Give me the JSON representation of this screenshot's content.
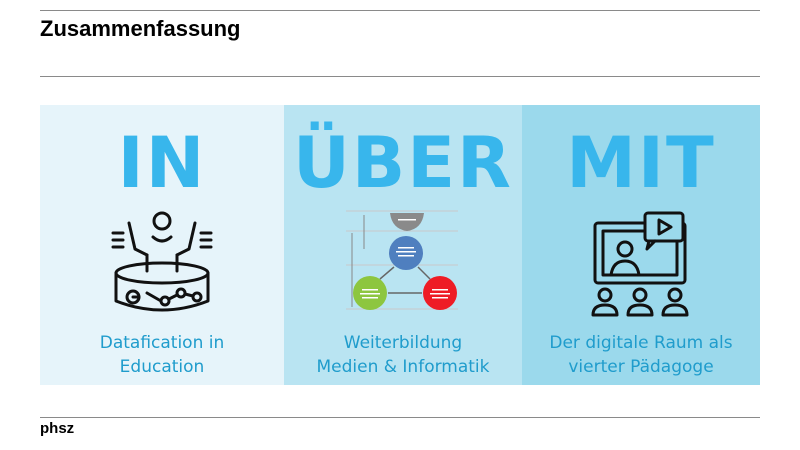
{
  "slide": {
    "title": "Zusammenfassung",
    "footer": "phsz"
  },
  "panels": [
    {
      "keyword": "IN",
      "caption_lines": [
        "Datafication in",
        "Education"
      ],
      "icon": "person-data-platform-icon"
    },
    {
      "keyword": "ÜBER",
      "caption_lines": [
        "Weiterbildung",
        "Medien & Informatik"
      ],
      "icon": "competence-model-diagram"
    },
    {
      "keyword": "MIT",
      "caption_lines": [
        "Der digitale Raum als",
        "vierter Pädagoge"
      ],
      "icon": "video-classroom-icon"
    }
  ],
  "colors": {
    "keyword": "#38b6ec",
    "caption": "#1f9ccc",
    "panel_1": "#e6f4fa",
    "panel_2": "#b9e4f2",
    "panel_3": "#9bd9ec"
  }
}
